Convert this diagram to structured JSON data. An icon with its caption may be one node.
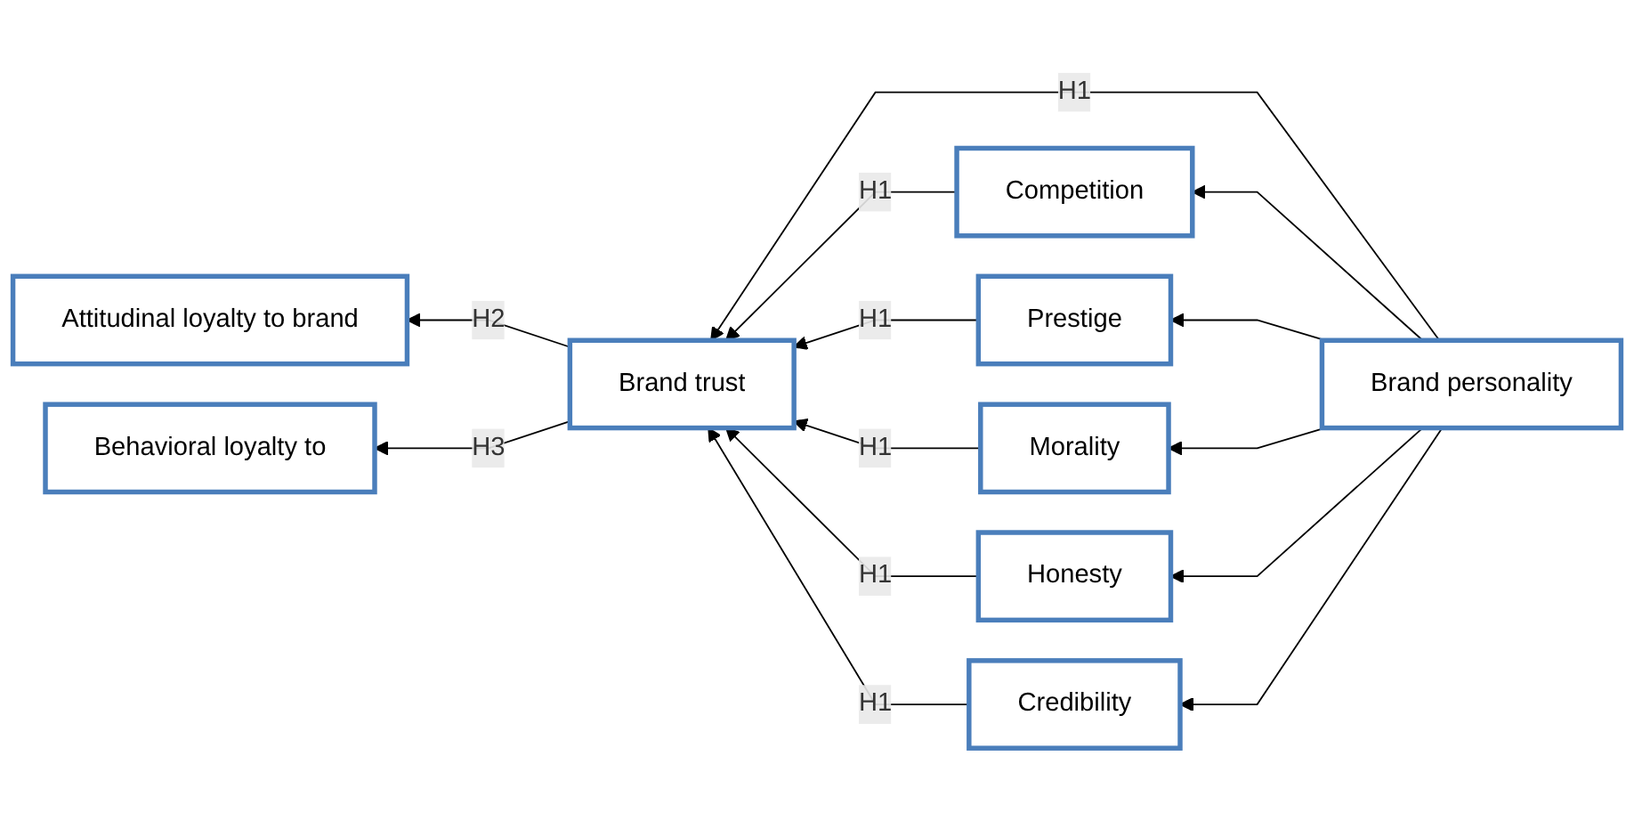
{
  "diagram": {
    "nodes": [
      {
        "text": [
          "Attitudinal loyalty to brand"
        ]
      },
      {
        "text": [
          "Behavioral loyalty to"
        ]
      },
      {
        "text": [
          "Brand trust"
        ]
      },
      {
        "text": [
          "Competition"
        ]
      },
      {
        "text": [
          "Prestige"
        ]
      },
      {
        "text": [
          "Morality"
        ]
      },
      {
        "text": [
          "Honesty"
        ]
      },
      {
        "text": [
          "Credibility"
        ]
      },
      {
        "text": [
          "Brand personality"
        ]
      }
    ],
    "edges": [
      {
        "from": 8,
        "to": 2,
        "arrow": "to",
        "label": "H1"
      },
      {
        "from": 2,
        "to": 0,
        "arrow": "to",
        "label": "H2"
      },
      {
        "from": 2,
        "to": 1,
        "arrow": "to",
        "label": "H3"
      },
      {
        "from": 3,
        "to": 2,
        "arrow": "to",
        "label": "H1"
      },
      {
        "from": 4,
        "to": 2,
        "arrow": "to",
        "label": "H1"
      },
      {
        "from": 5,
        "to": 2,
        "arrow": "to",
        "label": "H1"
      },
      {
        "from": 6,
        "to": 2,
        "arrow": "to",
        "label": "H1"
      },
      {
        "from": 7,
        "to": 2,
        "arrow": "to",
        "label": "H1"
      },
      {
        "from": 8,
        "to": 3,
        "arrow": "to"
      },
      {
        "from": 8,
        "to": 4,
        "arrow": "to"
      },
      {
        "from": 8,
        "to": 5,
        "arrow": "to"
      },
      {
        "from": 8,
        "to": 6,
        "arrow": "to"
      },
      {
        "from": 8,
        "to": 7,
        "arrow": "to"
      }
    ]
  }
}
